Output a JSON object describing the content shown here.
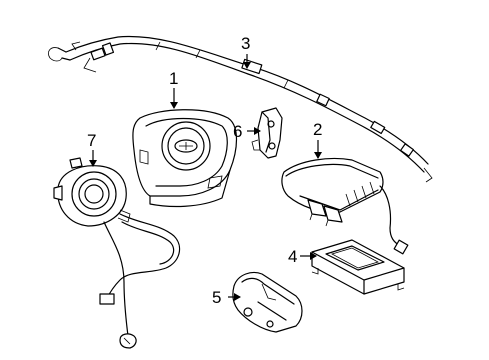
{
  "diagram": {
    "callouts": [
      {
        "id": "1",
        "label": "1",
        "part": "steering-wheel-airbag-module"
      },
      {
        "id": "2",
        "label": "2",
        "part": "passenger-airbag-module"
      },
      {
        "id": "3",
        "label": "3",
        "part": "side-curtain-airbag"
      },
      {
        "id": "4",
        "label": "4",
        "part": "sensing-diagnostic-module"
      },
      {
        "id": "5",
        "label": "5",
        "part": "impact-sensor"
      },
      {
        "id": "6",
        "label": "6",
        "part": "front-impact-sensor"
      },
      {
        "id": "7",
        "label": "7",
        "part": "clock-spring-coil"
      }
    ]
  }
}
